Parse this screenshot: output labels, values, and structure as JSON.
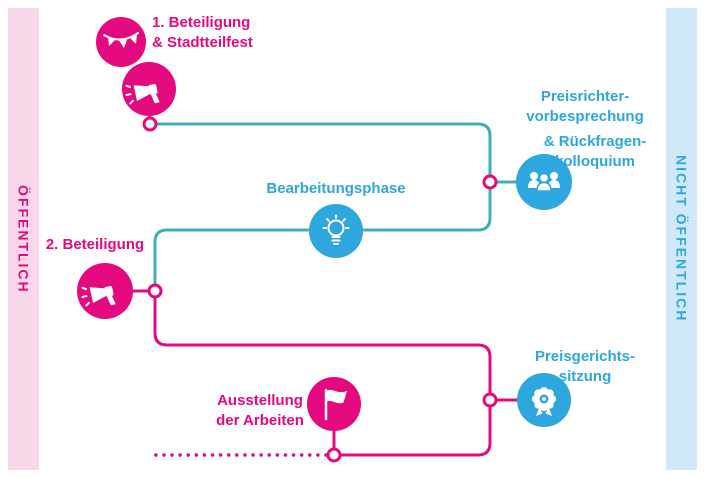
{
  "bands": {
    "left": {
      "label": "ÖFFENTLICH"
    },
    "right": {
      "label": "NICHT ÖFFENTLICH"
    }
  },
  "flow": {
    "step1": {
      "lines": [
        "1. Beteiligung",
        "& Stadtteilfest"
      ]
    },
    "jury_briefing": {
      "lines": [
        "Preisrichter-",
        "vorbesprechung",
        "& Rückfragen-",
        "kolloquium"
      ]
    },
    "work_phase": {
      "label": "Bearbeitungsphase"
    },
    "step2": {
      "label": "2. Beteiligung"
    },
    "jury_session": {
      "lines": [
        "Preisgerichts-",
        "sitzung"
      ]
    },
    "exhibition": {
      "lines": [
        "Ausstellung",
        "der Arbeiten"
      ]
    }
  },
  "icons": {
    "step1_festival": "bunting-icon",
    "step1_announce": "megaphone-icon",
    "jury_briefing": "people-group-icon",
    "work_phase": "lightbulb-icon",
    "step2_announce": "megaphone-icon",
    "jury_session": "award-rosette-icon",
    "exhibition": "flag-icon"
  },
  "colors": {
    "pink": "#e5097f",
    "pink_light": "#f8d7e9",
    "blue": "#2ea6de",
    "blue_light": "#cfe9f8",
    "teal": "#3fafb4",
    "white": "#ffffff"
  }
}
